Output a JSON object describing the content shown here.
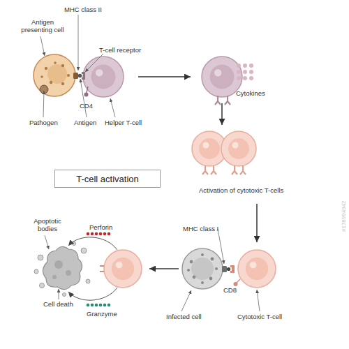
{
  "diagram": {
    "title": "T-cell activation",
    "nodes": [
      {
        "text": [
          "Antigen presenting cell"
        ]
      },
      {
        "text": [
          "Helper T-cell"
        ]
      },
      {
        "text": [
          "Cytokines"
        ]
      },
      {
        "text": [
          "Activation of cytotoxic T-cells"
        ]
      },
      {
        "text": [
          "Infected cell"
        ]
      },
      {
        "text": [
          "Cytotoxic T-cell"
        ]
      },
      {
        "text": [
          "Apoptotic bodies",
          "Cell death"
        ]
      }
    ],
    "edges": [
      {
        "from": 1,
        "to": 2,
        "arrow": "to"
      },
      {
        "from": 2,
        "to": 3,
        "arrow": "to"
      },
      {
        "from": 3,
        "to": 5,
        "arrow": "to"
      },
      {
        "from": 4,
        "to": 6,
        "arrow": "to"
      }
    ],
    "labels": [
      "MHC class II",
      "T-cell receptor",
      "CD4",
      "Pathogen",
      "Antigen",
      "MHC class I",
      "CD8",
      "Perforin",
      "Granzyme",
      "#178994942"
    ]
  }
}
